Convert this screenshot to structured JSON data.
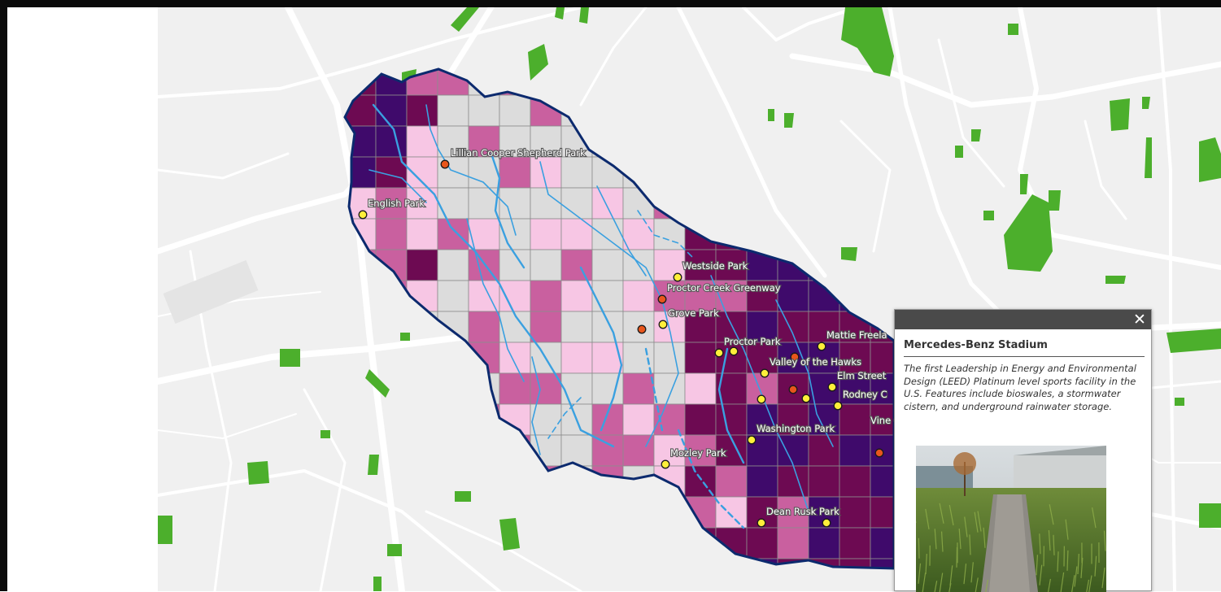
{
  "map": {
    "colors": {
      "basemap": "#f0f0f0",
      "road": "#ffffff",
      "park_green": "#4caf2c",
      "grid_light": "#dcdcdc",
      "grid_pink_light": "#f7c6e4",
      "grid_pink": "#c9609f",
      "grid_magenta": "#6d0a52",
      "grid_purple": "#3f0a6b",
      "watershed_outline": "#0c2a6e",
      "stream": "#3aa0e0",
      "marker_yellow": "#ffef3a",
      "marker_orange": "#e8561c"
    },
    "park_labels": [
      "Lillian Cooper Shepherd Park",
      "English Park",
      "Westside Park",
      "Proctor Creek Greenway",
      "Grove Park",
      "Proctor Park",
      "Mattie Freela",
      "Valley of the Hawks",
      "Elm Street",
      "Rodney C",
      "Vine City",
      "Washington Park",
      "Mozley Park",
      "Dean Rusk Park"
    ],
    "markers": [
      {
        "type": "orange",
        "label": "Lillian Cooper Shepherd Park"
      },
      {
        "type": "yellow",
        "label": "English Park"
      },
      {
        "type": "yellow",
        "label": "Westside Park"
      },
      {
        "type": "orange",
        "label": "Proctor Creek Greenway"
      },
      {
        "type": "yellow",
        "label": "Grove Park"
      },
      {
        "type": "orange",
        "label": ""
      },
      {
        "type": "yellow",
        "label": "Proctor Park"
      },
      {
        "type": "yellow",
        "label": ""
      },
      {
        "type": "yellow",
        "label": "Mattie Freela"
      },
      {
        "type": "orange",
        "label": ""
      },
      {
        "type": "yellow",
        "label": "Valley of the Hawks"
      },
      {
        "type": "yellow",
        "label": "Elm Street"
      },
      {
        "type": "orange",
        "label": ""
      },
      {
        "type": "yellow",
        "label": ""
      },
      {
        "type": "yellow",
        "label": ""
      },
      {
        "type": "yellow",
        "label": "Rodney C"
      },
      {
        "type": "yellow",
        "label": "Washington Park"
      },
      {
        "type": "orange",
        "label": ""
      },
      {
        "type": "yellow",
        "label": "Mozley Park"
      },
      {
        "type": "yellow",
        "label": "Dean Rusk Park"
      },
      {
        "type": "yellow",
        "label": ""
      }
    ]
  },
  "popup": {
    "close_icon": "close-icon",
    "close_glyph": "✕",
    "title": "Mercedes-Benz Stadium",
    "description": "The first Leadership in Energy and Environmental Design (LEED) Platinum level sports facility in the U.S. Features include bioswales, a stormwater cistern, and underground rainwater storage."
  }
}
